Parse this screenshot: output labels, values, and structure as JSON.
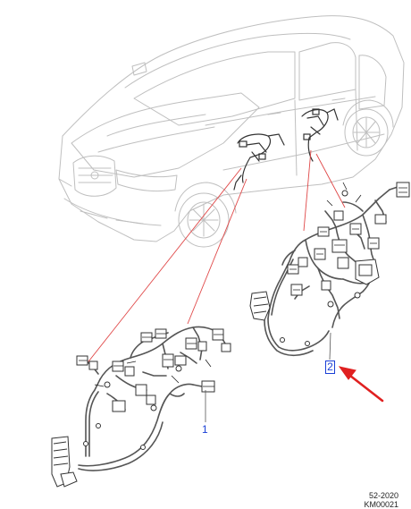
{
  "diagram": {
    "callouts": [
      {
        "id": "1",
        "label": "1"
      },
      {
        "id": "2",
        "label": "2"
      }
    ],
    "figure_code": "52-2020",
    "reference_code": "KM00021",
    "colors": {
      "line_art": "#555555",
      "light_line": "#bfbfbf",
      "leader": "#e04848",
      "pointer_arrow": "#e02020",
      "callout_text": "#1a3fd6"
    }
  }
}
